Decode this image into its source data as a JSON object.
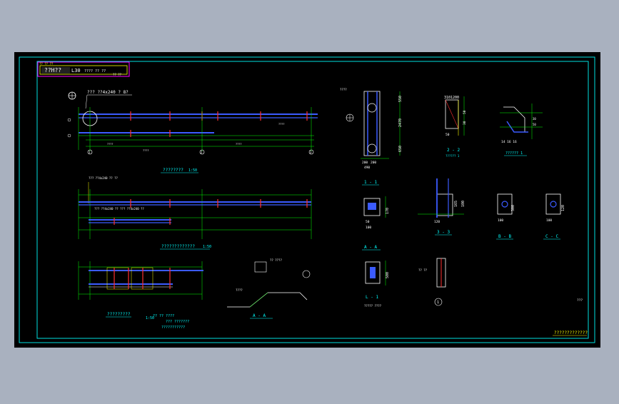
{
  "title_block": {
    "top_tag": "?? ?? ??",
    "main": "??H??",
    "code": "L30",
    "sub": "???? ?? ??",
    "small": "?? ??"
  },
  "plan1": {
    "header": "???  ??4x240  ? 8?",
    "label": "????????",
    "scale": "1:50",
    "dims": [
      "????",
      "????",
      "????",
      "????"
    ],
    "axes": [
      "1",
      "2",
      "3"
    ]
  },
  "plan2": {
    "header1": "???  ??4x240  ?? ??",
    "header2": "???  ??4x240  ??   ???  ??4x240  ??",
    "label": "?????????????",
    "scale": "1:50"
  },
  "plan3": {
    "label": "?????????",
    "scale": "1:50",
    "note1": "??  ??  ????",
    "note2": "???  ???????",
    "note3": "???????????"
  },
  "section_aa_left": {
    "label": "A - A",
    "note": "??  ????",
    "callout": "????"
  },
  "section11": {
    "label": "1 - 1",
    "dims": [
      "550",
      "2470",
      "650"
    ],
    "bottom": [
      "200",
      "200",
      "490"
    ],
    "tag": "????"
  },
  "section22": {
    "label": "2 - 2",
    "sub": "?????? 1",
    "dims": [
      "3101200",
      "50",
      "30",
      "50"
    ]
  },
  "section_top_right": {
    "label": "?????? 1",
    "dims": [
      "30",
      "50",
      "14 16 16"
    ]
  },
  "detail_aa": {
    "label": "A - A",
    "dims": [
      "170",
      "50",
      "100"
    ]
  },
  "detail33": {
    "label": "3 - 3",
    "dims": [
      "165",
      "100",
      "120"
    ]
  },
  "detail_bb": {
    "label": "B - B",
    "dims": [
      "300",
      "100"
    ]
  },
  "detail_cc": {
    "label": "C - C",
    "dims": [
      "120",
      "100"
    ]
  },
  "detail_l1": {
    "label": "L - 1",
    "dims": [
      "500"
    ],
    "note": "????? ????"
  },
  "detail_1": {
    "label": "1",
    "dims": [
      "?? ??"
    ]
  },
  "footer": {
    "title": "?????????????",
    "mark": "???"
  }
}
